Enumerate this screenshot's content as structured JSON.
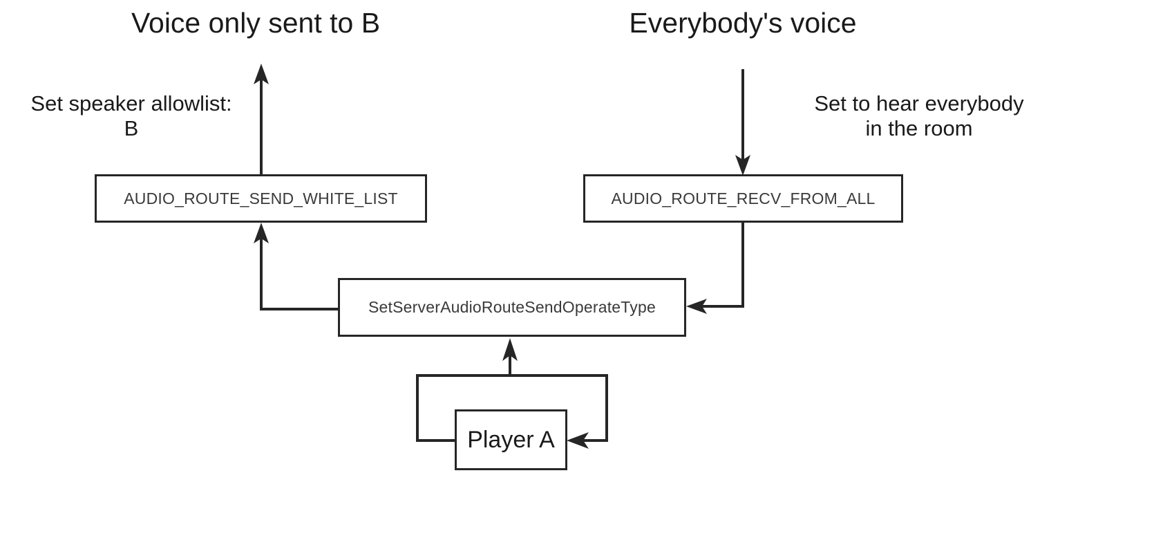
{
  "diagram": {
    "title_left": "Voice only sent to B",
    "title_right": "Everybody's voice",
    "note_left": "Set speaker allowlist:\nB",
    "note_right": "Set to hear everybody\nin the room",
    "line_color": "#262626",
    "text_color": "#1a1a1a",
    "background": "#ffffff"
  },
  "nodes": {
    "send_white_list": "AUDIO_ROUTE_SEND_WHITE_LIST",
    "recv_from_all": "AUDIO_ROUTE_RECV_FROM_ALL",
    "set_server_api": "SetServerAudioRouteSendOperateType",
    "player": "Player A"
  }
}
